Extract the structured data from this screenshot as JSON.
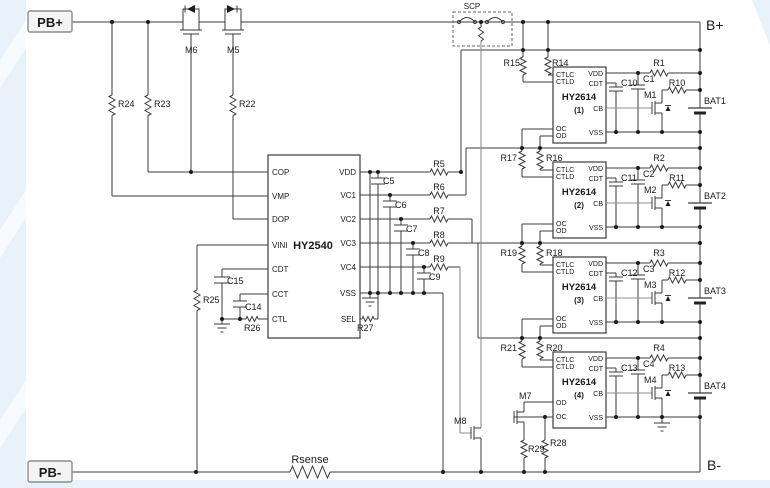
{
  "terminals": {
    "pack_positive": "PB+",
    "pack_negative": "PB-",
    "battery_positive": "B+",
    "battery_negative": "B-"
  },
  "protector": {
    "name": "HY2540",
    "pins_left": [
      "COP",
      "VMP",
      "DOP",
      "VINI",
      "CDT",
      "CCT",
      "CTL"
    ],
    "pins_right": [
      "VDD",
      "VC1",
      "VC2",
      "VC3",
      "VC4",
      "VSS",
      "SEL"
    ]
  },
  "balancers": [
    {
      "name": "HY2614",
      "index": "(1)",
      "pins_left": [
        "CTLC",
        "CTLD",
        "OC",
        "OD"
      ],
      "pins_right": [
        "VDD",
        "CDT",
        "CB",
        "VSS"
      ]
    },
    {
      "name": "HY2614",
      "index": "(2)",
      "pins_left": [
        "CTLC",
        "CTLD",
        "OC",
        "OD"
      ],
      "pins_right": [
        "VDD",
        "CDT",
        "CB",
        "VSS"
      ]
    },
    {
      "name": "HY2614",
      "index": "(3)",
      "pins_left": [
        "CTLC",
        "CTLD",
        "OC",
        "OD"
      ],
      "pins_right": [
        "VDD",
        "CDT",
        "CB",
        "VSS"
      ]
    },
    {
      "name": "HY2614",
      "index": "(4)",
      "pins_left": [
        "CTLC",
        "CTLD",
        "OD",
        "OC"
      ],
      "pins_right": [
        "VDD",
        "CDT",
        "CB",
        "VSS"
      ]
    }
  ],
  "fuse": {
    "label": "SCP"
  },
  "sense_resistor": {
    "label": "Rsense"
  },
  "resistors": {
    "R1": "R1",
    "R2": "R2",
    "R3": "R3",
    "R4": "R4",
    "R5": "R5",
    "R6": "R6",
    "R7": "R7",
    "R8": "R8",
    "R9": "R9",
    "R10": "R10",
    "R11": "R11",
    "R12": "R12",
    "R13": "R13",
    "R14": "R14",
    "R15": "R15",
    "R16": "R16",
    "R17": "R17",
    "R18": "R18",
    "R19": "R19",
    "R20": "R20",
    "R21": "R21",
    "R22": "R22",
    "R23": "R23",
    "R24": "R24",
    "R25": "R25",
    "R26": "R26",
    "R27": "R27",
    "R28": "R28",
    "R29": "R29"
  },
  "capacitors": {
    "C1": "C1",
    "C2": "C2",
    "C3": "C3",
    "C4": "C4",
    "C5": "C5",
    "C6": "C6",
    "C7": "C7",
    "C8": "C8",
    "C9": "C9",
    "C10": "C10",
    "C11": "C11",
    "C12": "C12",
    "C13": "C13",
    "C14": "C14",
    "C15": "C15"
  },
  "mosfets": {
    "M1": "M1",
    "M2": "M2",
    "M3": "M3",
    "M4": "M4",
    "M5": "M5",
    "M6": "M6",
    "M7": "M7",
    "M8": "M8"
  },
  "batteries": {
    "BAT1": "BAT1",
    "BAT2": "BAT2",
    "BAT3": "BAT3",
    "BAT4": "BAT4"
  },
  "colors": {
    "wire": "#3b3b3b",
    "wire_gray": "#8f8f8f",
    "background": "#ffffff",
    "watermark": "#e9f2fa",
    "terminal_fill": "#f4f4f4",
    "terminal_border": "#8c8c8c"
  }
}
